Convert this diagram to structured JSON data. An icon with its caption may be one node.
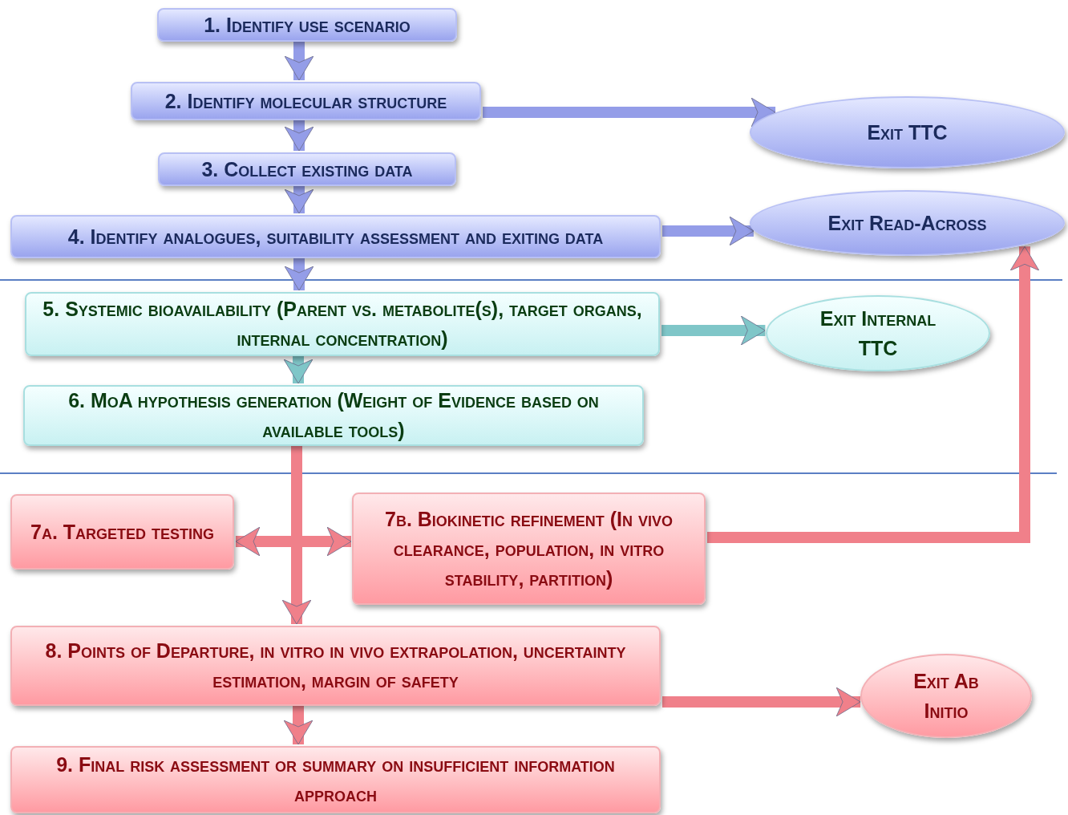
{
  "diagram": {
    "nodes": [
      {
        "text": [
          "1. Identify use scenario"
        ]
      },
      {
        "text": [
          "2. Identify molecular structure"
        ]
      },
      {
        "text": [
          "3. Collect existing data"
        ]
      },
      {
        "text": [
          "4. Identify analogues, suitability assessment and exiting data"
        ]
      },
      {
        "text": [
          "5. Systemic bioavailability (Parent vs. metabolite(s), target organs, internal concentration)"
        ]
      },
      {
        "text": [
          "6. MoA hypothesis generation (Weight of Evidence based on available tools)"
        ]
      },
      {
        "text": [
          "7a. Targeted testing"
        ]
      },
      {
        "text": [
          "7b. Biokinetic refinement (In vivo clearance, population, in vitro stability, partition)"
        ]
      },
      {
        "text": [
          "8. Points of Departure, in vitro in vivo extrapolation, uncertainty estimation, margin of safety"
        ]
      },
      {
        "text": [
          "9. Final risk assessment or summary on insufficient information approach"
        ]
      },
      {
        "text": [
          "Exit TTC"
        ]
      },
      {
        "text": [
          "Exit Read-Across"
        ]
      },
      {
        "text": [
          "Exit Internal TTC"
        ]
      },
      {
        "text": [
          "Exit Ab Initio"
        ]
      }
    ],
    "edges": [
      {
        "from": 0,
        "to": 1,
        "arrow": "to"
      },
      {
        "from": 1,
        "to": 2,
        "arrow": "to"
      },
      {
        "from": 2,
        "to": 3,
        "arrow": "to"
      },
      {
        "from": 3,
        "to": 4,
        "arrow": "to"
      },
      {
        "from": 4,
        "to": 5,
        "arrow": "to",
        "color": "#7fc6c8"
      },
      {
        "from": 6,
        "to": 7,
        "arrow": "both",
        "color": "#f0808a"
      },
      {
        "from": 5,
        "to": 8,
        "arrow": "to",
        "color": "#f0808a"
      },
      {
        "from": 8,
        "to": 9,
        "arrow": "to",
        "color": "#f0808a"
      },
      {
        "from": 1,
        "to": 10,
        "arrow": "to"
      },
      {
        "from": 3,
        "to": 11,
        "arrow": "to"
      },
      {
        "from": 4,
        "to": 12,
        "arrow": "to",
        "color": "#7fc6c8"
      },
      {
        "from": 7,
        "to": 11,
        "arrow": "to",
        "color": "#f0808a"
      },
      {
        "from": 8,
        "to": 13,
        "arrow": "to",
        "color": "#f0808a"
      }
    ]
  }
}
